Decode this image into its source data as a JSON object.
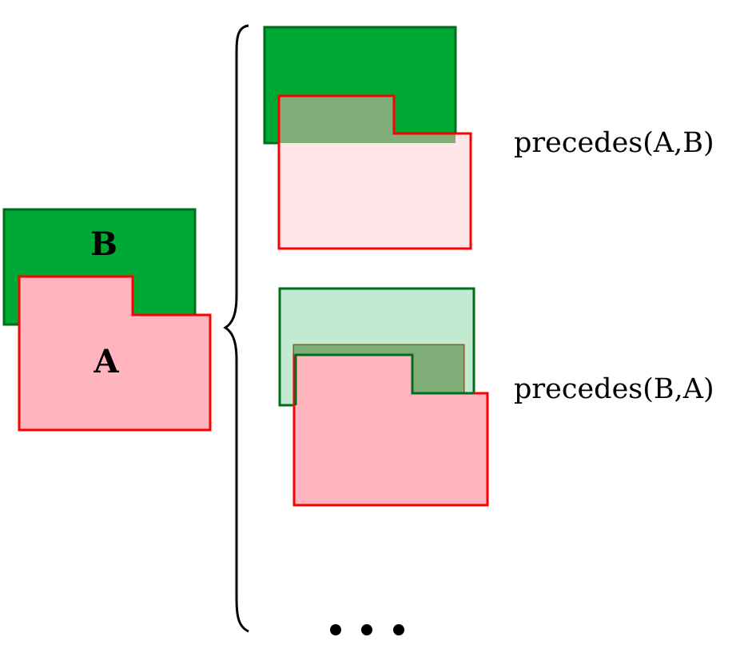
{
  "colors": {
    "green_fill": "#00a934",
    "green_stroke": "#006e1c",
    "red_stroke": "#ff0000",
    "pink_fill": "#ffb4c0",
    "light_pink_fill": "#ffe6e9",
    "light_green_fill": "#c2ead0",
    "overlap_fill": "#7fae79"
  },
  "left": {
    "shape_b_label": "B",
    "shape_a_label": "A"
  },
  "cases": [
    {
      "relation_label": "precedes(A,B)"
    },
    {
      "relation_label": "precedes(B,A)"
    }
  ],
  "ellipsis": "• • •"
}
